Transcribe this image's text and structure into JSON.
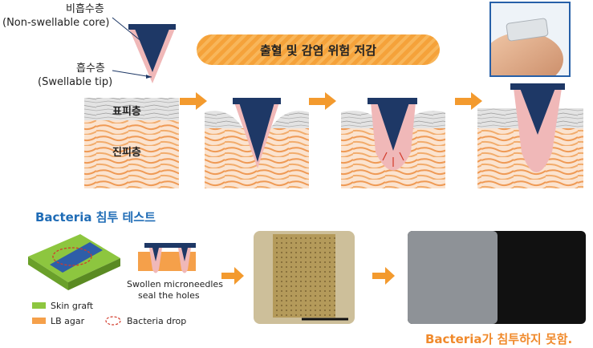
{
  "labels": {
    "core_ko": "비흡수층",
    "core_en": "(Non-swellable core)",
    "tip_ko": "흡수층",
    "tip_en": "(Swellable tip)",
    "epidermis": "표피층",
    "dermis": "진피층"
  },
  "banner": {
    "text": "출혈 및 감염 위험 저감"
  },
  "bacteria_test": {
    "title": "Bacteria 침투 테스트",
    "swollen_caption_line1": "Swollen microneedles",
    "swollen_caption_line2": "seal the holes",
    "legend": {
      "skin_graft": "Skin graft",
      "lb_agar": "LB agar",
      "bacteria_drop": "Bacteria drop"
    },
    "conclusion": "Bacteria가 침투하지 못함."
  },
  "colors": {
    "accent_orange": "#f39a2e",
    "title_blue": "#1f6cb6",
    "needle_navy": "#1e3866",
    "swell_pink": "#f0b8b8",
    "skin_graft_green": "#8dc63f",
    "agar_orange": "#f5a04a"
  }
}
